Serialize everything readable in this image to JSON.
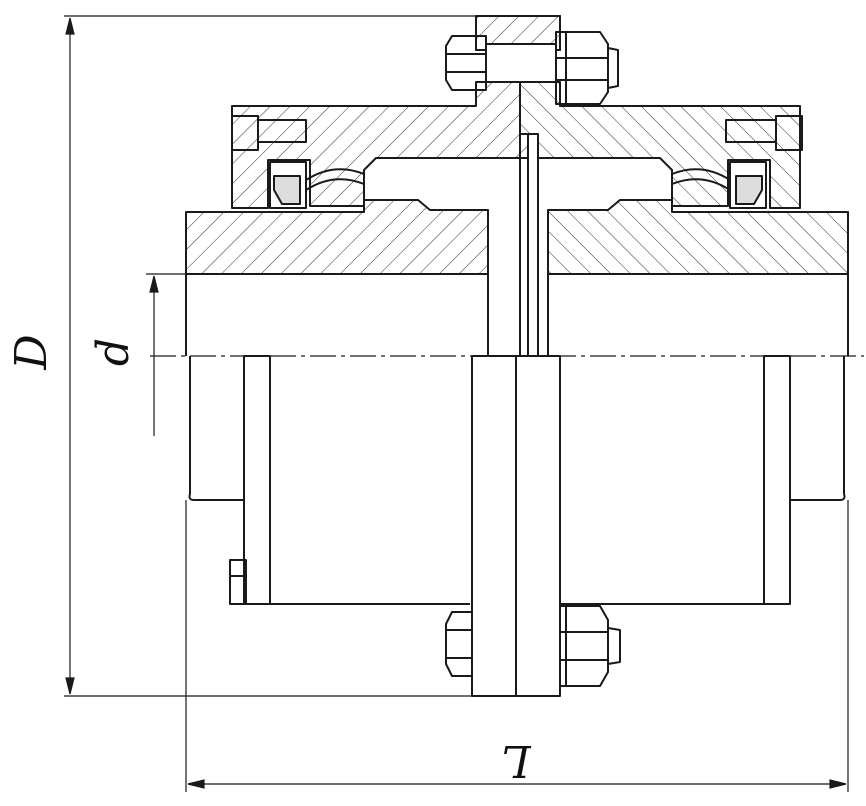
{
  "dimensions": {
    "outer_diameter": "D",
    "bore_diameter": "d",
    "length": "L"
  },
  "colors": {
    "line": "#1a1a1a",
    "hatch": "#333333",
    "background": "#ffffff"
  }
}
